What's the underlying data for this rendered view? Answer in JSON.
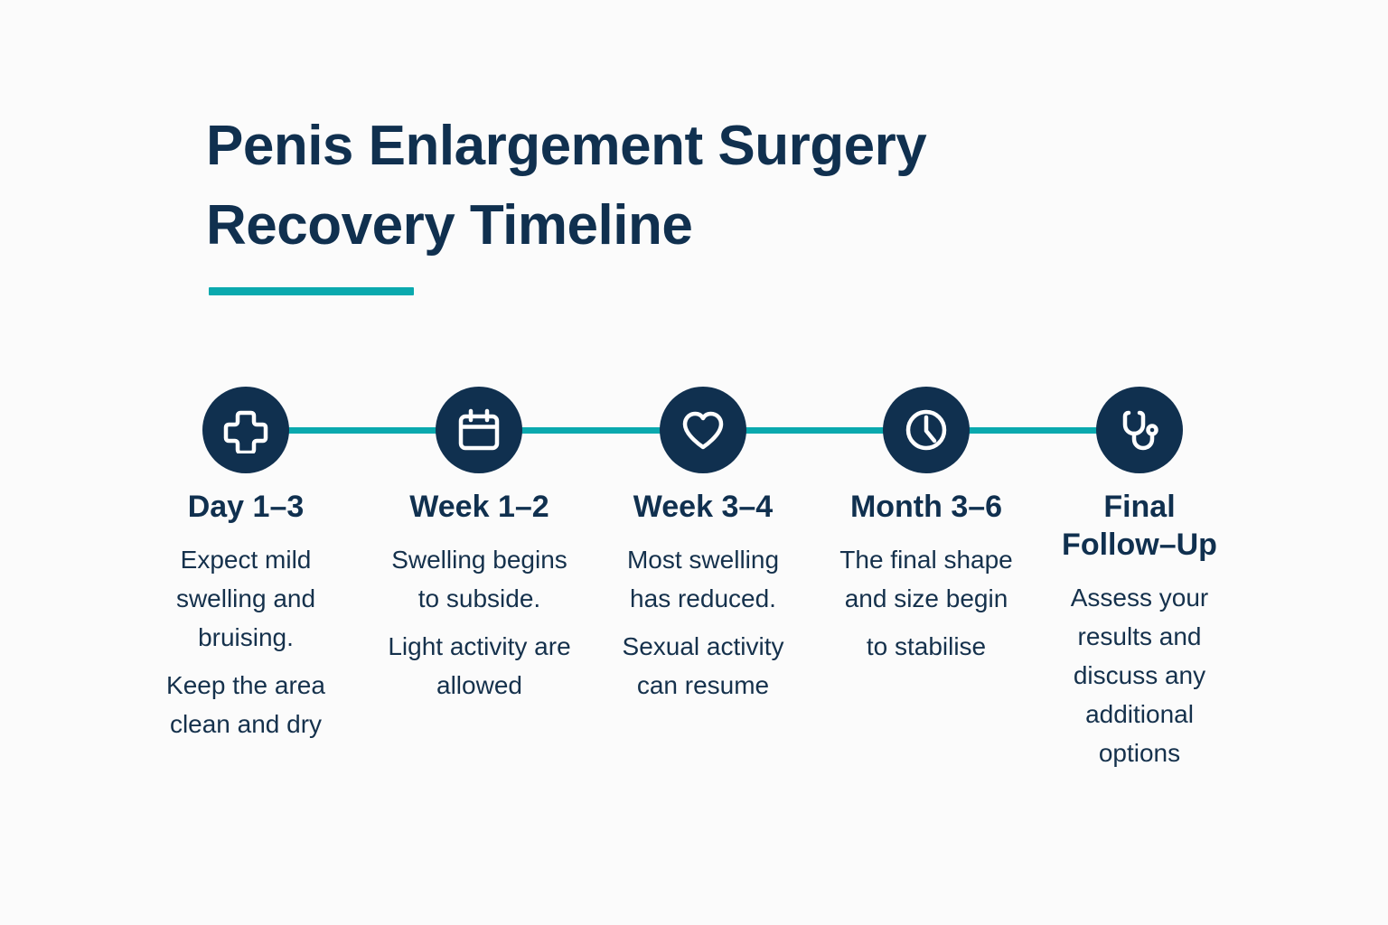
{
  "page": {
    "background_color": "#fbfbfb",
    "navy": "#10304f",
    "teal": "#0aa9ae"
  },
  "header": {
    "title": "Penis Enlargement Surgery\nRecovery Timeline",
    "title_line_1": "Penis Enlargement Surgery",
    "title_line_2": "Recovery Timeline"
  },
  "timeline": {
    "steps": [
      {
        "icon": "medical-cross-icon",
        "heading": "Day 1–3",
        "paragraphs": [
          "Expect mild swelling and bruising.",
          "Keep the area clean and dry"
        ]
      },
      {
        "icon": "calendar-icon",
        "heading": "Week 1–2",
        "paragraphs": [
          "Swelling begins to subside.",
          "Light activity are allowed"
        ]
      },
      {
        "icon": "heart-icon",
        "heading": "Week 3–4",
        "paragraphs": [
          "Most swelling has reduced.",
          "Sexual activity can resume"
        ]
      },
      {
        "icon": "clock-icon",
        "heading": "Month 3–6",
        "paragraphs": [
          "The final shape and size begin",
          "to stabilise"
        ]
      },
      {
        "icon": "stethoscope-icon",
        "heading": "Final Follow–Up",
        "paragraphs": [
          "Assess your results and discuss any additional options"
        ]
      }
    ]
  }
}
